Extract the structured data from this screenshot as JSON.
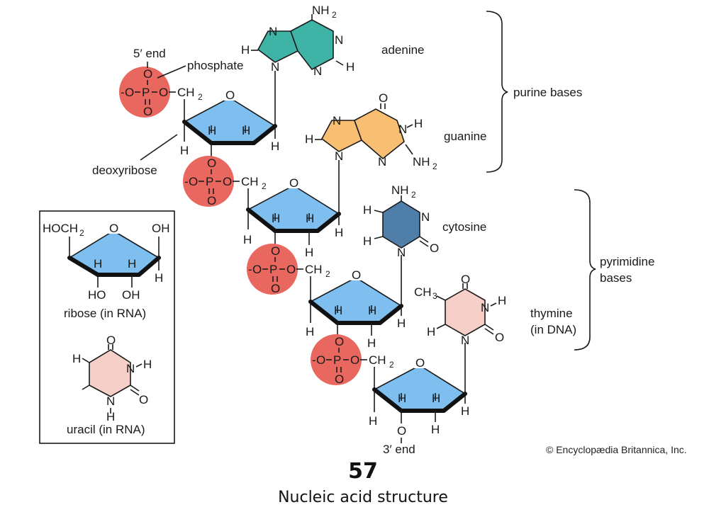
{
  "colors": {
    "phosphate": "#e8675f",
    "sugar": "#7fbff0",
    "adenine": "#3fb3a5",
    "guanine": "#f8bf72",
    "cytosine": "#4f7fa8",
    "pyrimidine_light": "#f6d0c8"
  },
  "labels": {
    "five_prime_end": "5′ end",
    "three_prime_end": "3′ end",
    "phosphate": "phosphate",
    "deoxyribose": "deoxyribose",
    "adenine": "adenine",
    "guanine": "guanine",
    "cytosine": "cytosine",
    "thymine_line1": "thymine",
    "thymine_line2": "(in DNA)",
    "purine_bases": "purine bases",
    "pyrimidine_line1": "pyrimidine",
    "pyrimidine_line2": "bases",
    "ribose": "ribose (in RNA)",
    "uracil": "uracil (in RNA)"
  },
  "atoms": {
    "O": "O",
    "P": "P",
    "N": "N",
    "H": "H",
    "CH2": "CH",
    "two": "2",
    "NH2": "NH",
    "CH3": "CH",
    "three": "3",
    "HO": "HO",
    "OH": "OH",
    "HOCH2": "HOCH",
    "minus": "-"
  },
  "credit": "© Encyclopædia Britannica, Inc.",
  "page_number": "57",
  "caption": "Nucleic acid structure"
}
